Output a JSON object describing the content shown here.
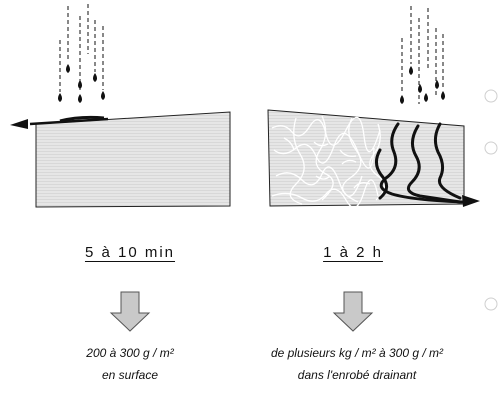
{
  "panels": [
    {
      "duration": "5 à 10 min",
      "result_line1": "200 à 300 g / m²",
      "result_line2": "en surface"
    },
    {
      "duration": "1 à 2 h",
      "result_line1": "de plusieurs kg / m² à 300 g / m²",
      "result_line2": "dans l'enrobé drainant"
    }
  ],
  "colors": {
    "ink": "#111111",
    "slab": "#e4e4e4",
    "arrow": "#c9c9c9"
  },
  "icons": [
    "rain-drops-icon",
    "down-arrow-icon",
    "runoff-arrow-icon",
    "infiltration-arrow-icon"
  ]
}
